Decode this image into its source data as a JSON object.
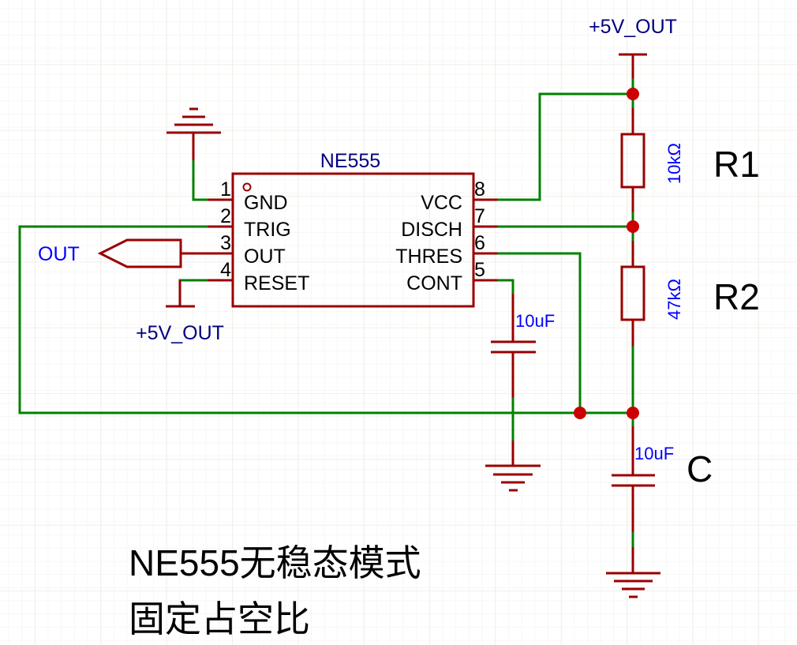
{
  "schematic": {
    "ic": {
      "name": "NE555",
      "pins_left": [
        {
          "num": "1",
          "name": "GND"
        },
        {
          "num": "2",
          "name": "TRIG"
        },
        {
          "num": "3",
          "name": "OUT"
        },
        {
          "num": "4",
          "name": "RESET"
        }
      ],
      "pins_right": [
        {
          "num": "8",
          "name": "VCC"
        },
        {
          "num": "7",
          "name": "DISCH"
        },
        {
          "num": "6",
          "name": "THRES"
        },
        {
          "num": "5",
          "name": "CONT"
        }
      ]
    },
    "power_nets": {
      "top": "+5V_OUT",
      "reset": "+5V_OUT"
    },
    "output_port": "OUT",
    "components": {
      "r1": {
        "designator": "R1",
        "value": "10kΩ"
      },
      "r2": {
        "designator": "R2",
        "value": "47kΩ"
      },
      "c": {
        "designator": "C",
        "value": "10uF"
      },
      "c_cont": {
        "value": "10uF"
      }
    },
    "title": {
      "line1": "NE555无稳态模式",
      "line2": "固定占空比"
    },
    "colors": {
      "wire": "#008000",
      "component": "#990000",
      "junction": "#cc0000",
      "net_label": "#000080",
      "value_label": "#0000ff",
      "grid": "#f0efea"
    }
  }
}
